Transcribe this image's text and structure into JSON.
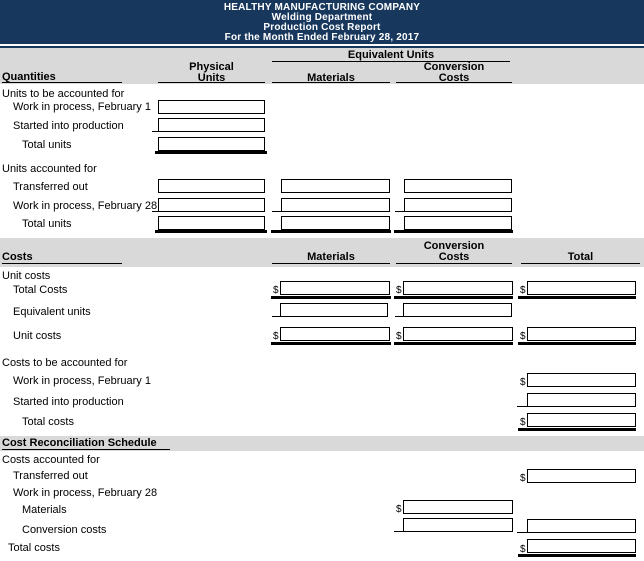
{
  "colors": {
    "banner": "#17375D",
    "band": "#D9D9D9"
  },
  "currency_symbol": "$",
  "banner": {
    "company": "HEALTHY MANUFACTURING COMPANY",
    "department": "Welding Department",
    "report": "Production Cost Report",
    "period": "For the Month Ended February 28, 2017"
  },
  "columns": {
    "equivalent_units": "Equivalent Units",
    "physical_line1": "Physical",
    "physical_line2": "Units",
    "materials": "Materials",
    "conversion_line1": "Conversion",
    "conversion_line2": "Costs",
    "total": "Total"
  },
  "quantities": {
    "heading": "Quantities",
    "units_to_be_accounted": {
      "title": "Units to be accounted for",
      "wip_feb1": "Work in process, February 1",
      "started": "Started into production",
      "total_units": "Total units"
    },
    "units_accounted": {
      "title": "Units accounted for",
      "transferred_out": "Transferred out",
      "wip_feb28": "Work in process, February 28",
      "total_units": "Total units"
    }
  },
  "costs": {
    "heading": "Costs",
    "unit_costs_title": "Unit costs",
    "total_costs_row": "Total Costs",
    "equivalent_units_row": "Equivalent units",
    "unit_costs_row": "Unit costs",
    "to_be_accounted_title": "Costs to be accounted for",
    "wip_feb1": "Work in process, February 1",
    "started": "Started into production",
    "total_costs": "Total costs"
  },
  "reconciliation": {
    "heading": "Cost Reconciliation Schedule",
    "accounted_title": "Costs accounted for",
    "transferred_out": "Transferred out",
    "wip_feb28": "Work in process, February 28",
    "materials": "Materials",
    "conversion_costs": "Conversion costs",
    "total_costs": "Total costs"
  }
}
